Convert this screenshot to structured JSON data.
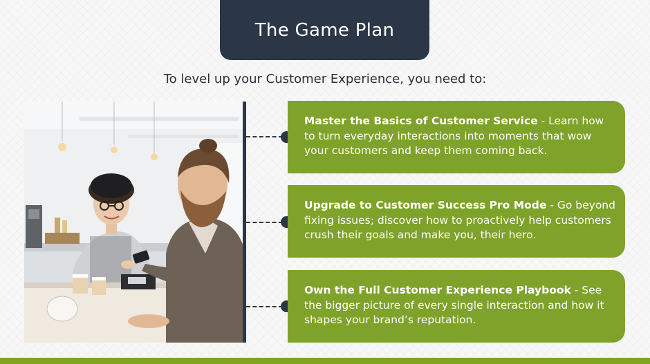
{
  "slide": {
    "title": "The Game Plan",
    "subtitle": "To level up your Customer Experience, you need to:"
  },
  "steps": [
    {
      "lead": "Master the Basics of Customer Service",
      "separator": " - ",
      "body": "Learn how to turn everyday interactions into moments that wow your customers and keep them coming back."
    },
    {
      "lead": "Upgrade to Customer Success Pro Mode",
      "separator": " - ",
      "body": "Go beyond fixing issues; discover how to proactively help customers crush their goals and make you, their hero."
    },
    {
      "lead": "Own the Full Customer Experience Playbook",
      "separator": " - ",
      "body": "See the bigger picture of every single interaction and how it shapes your brand’s reputation."
    }
  ],
  "colors": {
    "navy": "#2b3646",
    "green": "#7ea22a",
    "background": "#f7f7f7"
  }
}
